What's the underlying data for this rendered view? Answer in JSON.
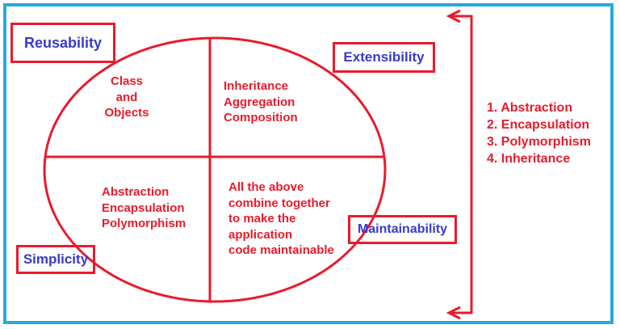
{
  "colors": {
    "frame_blue": "#29A9E1",
    "diagram_red": "#E81B2C",
    "label_blue": "#3939CE"
  },
  "corner_labels": {
    "reusability": "Reusability",
    "extensibility": "Extensibility",
    "simplicity": "Simplicity",
    "maintainability": "Maintainability"
  },
  "quadrants": {
    "top_left": {
      "lines": [
        "Class",
        "and",
        "Objects"
      ]
    },
    "top_right": {
      "lines": [
        "Inheritance",
        "Aggregation",
        "Composition"
      ]
    },
    "bottom_left": {
      "lines": [
        "Abstraction",
        "Encapsulation",
        "Polymorphism"
      ]
    },
    "bottom_right": {
      "lines": [
        "All the above",
        "combine together",
        "to make the",
        "application",
        "code maintainable"
      ]
    }
  },
  "pillars_list": {
    "items": [
      "1. Abstraction",
      "2. Encapsulation",
      "3. Polymorphism",
      "4. Inheritance"
    ]
  }
}
